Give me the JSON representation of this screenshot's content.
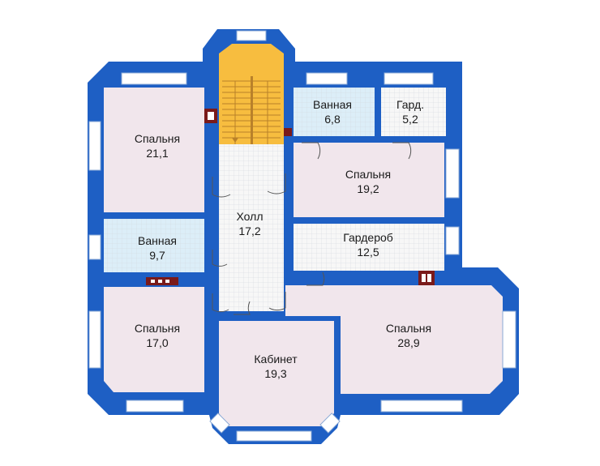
{
  "colors": {
    "wall": "#1e5fc4",
    "bedroom": "#f1e6ec",
    "bath": "#dceef8",
    "floor": "#f7f7f7",
    "stairs": "#f7bd3f",
    "window": "#ffffff",
    "chimney": "#7a1a1a"
  },
  "rooms": [
    {
      "id": "bedroom-nw",
      "name": "Спальня",
      "area": "21,1",
      "fill": "bedroom"
    },
    {
      "id": "bath-w",
      "name": "Ванная",
      "area": "9,7",
      "fill": "bath"
    },
    {
      "id": "bedroom-sw",
      "name": "Спальня",
      "area": "17,0",
      "fill": "bedroom"
    },
    {
      "id": "hall",
      "name": "Холл",
      "area": "17,2",
      "fill": "floor"
    },
    {
      "id": "cabinet",
      "name": "Кабинет",
      "area": "19,3",
      "fill": "bedroom"
    },
    {
      "id": "bath-n",
      "name": "Ванная",
      "area": "6,8",
      "fill": "bath"
    },
    {
      "id": "closet-n",
      "name": "Гард.",
      "area": "5,2",
      "fill": "floor"
    },
    {
      "id": "bedroom-e",
      "name": "Спальня",
      "area": "19,2",
      "fill": "bedroom"
    },
    {
      "id": "wardrobe",
      "name": "Гардероб",
      "area": "12,5",
      "fill": "floor"
    },
    {
      "id": "bedroom-se",
      "name": "Спальня",
      "area": "28,9",
      "fill": "bedroom"
    }
  ]
}
